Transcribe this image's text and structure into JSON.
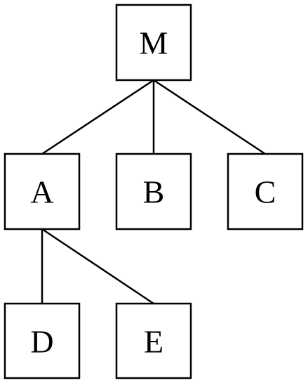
{
  "tree": {
    "nodes": {
      "m": {
        "label": "M"
      },
      "a": {
        "label": "A"
      },
      "b": {
        "label": "B"
      },
      "c": {
        "label": "C"
      },
      "d": {
        "label": "D"
      },
      "e": {
        "label": "E"
      }
    },
    "edges": [
      {
        "from": "M",
        "to": "A"
      },
      {
        "from": "M",
        "to": "B"
      },
      {
        "from": "M",
        "to": "C"
      },
      {
        "from": "A",
        "to": "D"
      },
      {
        "from": "A",
        "to": "E"
      }
    ]
  }
}
